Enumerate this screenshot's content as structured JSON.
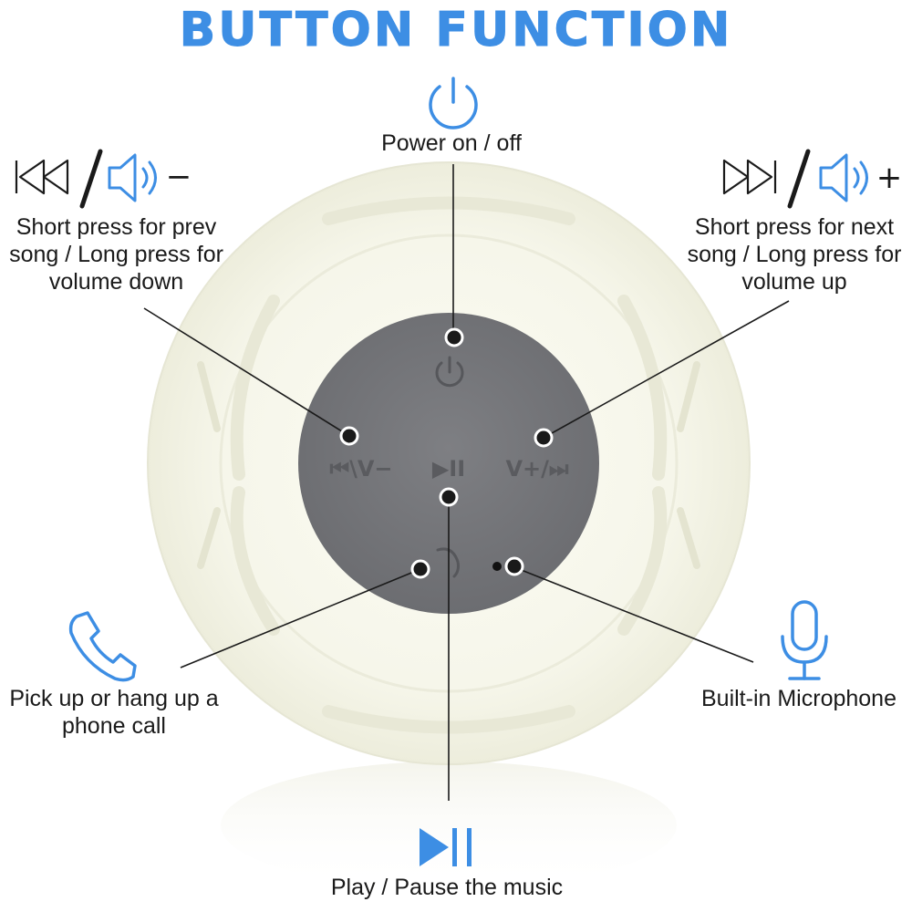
{
  "title": "BUTTON FUNCTION",
  "accent_color": "#3d8ee4",
  "device_button_marks": {
    "prev_volume_down": "⏮\\V−",
    "play_pause": "▶II",
    "volume_up_next": "V+/⏭"
  },
  "annotations": [
    {
      "id": "power",
      "icon": "power-icon",
      "lines": [
        "Power on / off"
      ]
    },
    {
      "id": "prev",
      "icon": "prev-volume-down-icon",
      "symbol": "−",
      "lines": [
        "Short press for prev",
        "song / Long press for",
        "volume down"
      ]
    },
    {
      "id": "next",
      "icon": "next-volume-up-icon",
      "symbol": "+",
      "lines": [
        "Short press for next",
        "song / Long press for",
        "volume up"
      ]
    },
    {
      "id": "call",
      "icon": "phone-icon",
      "lines": [
        "Pick up or hang up a",
        "phone call"
      ]
    },
    {
      "id": "mic",
      "icon": "microphone-icon",
      "lines": [
        "Built-in Microphone"
      ]
    },
    {
      "id": "play",
      "icon": "play-pause-icon",
      "lines": [
        "Play / Pause the music"
      ]
    }
  ]
}
